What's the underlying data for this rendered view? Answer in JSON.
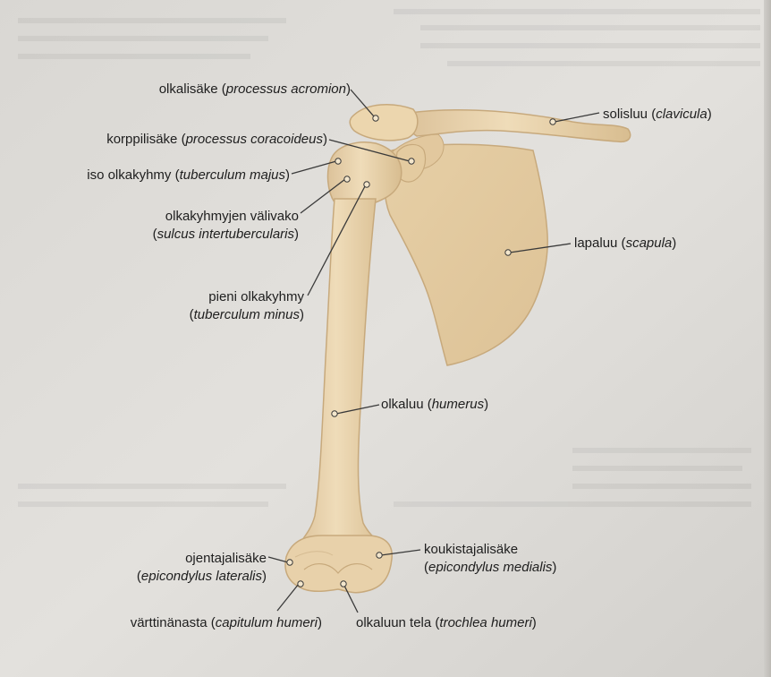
{
  "labels": [
    {
      "id": "acromion",
      "name": "olkalisäke",
      "latin": "processus acromion"
    },
    {
      "id": "clavicula",
      "name": "solisluu",
      "latin": "clavicula"
    },
    {
      "id": "coracoid",
      "name": "korppilisäke",
      "latin": "processus coracoideus"
    },
    {
      "id": "tmajus",
      "name": "iso olkakyhmy",
      "latin": "tuberculum majus"
    },
    {
      "id": "sulcus",
      "name": "olkakyhmyjen välivako",
      "latin": "sulcus intertubercularis"
    },
    {
      "id": "scapula",
      "name": "lapaluu",
      "latin": "scapula"
    },
    {
      "id": "tminus",
      "name": "pieni olkakyhmy",
      "latin": "tuberculum minus"
    },
    {
      "id": "humerus",
      "name": "olkaluu",
      "latin": "humerus"
    },
    {
      "id": "lateralis",
      "name": "ojentajalisäke",
      "latin": "epicondylus lateralis"
    },
    {
      "id": "medialis",
      "name": "koukistajalisäke",
      "latin": "epicondylus medialis"
    },
    {
      "id": "capitulum",
      "name": "värttinänasta",
      "latin": "capitulum humeri"
    },
    {
      "id": "trochlea",
      "name": "olkaluun tela",
      "latin": "trochlea humeri"
    }
  ],
  "colors": {
    "bone": "#e9d3ad",
    "bone_shadow": "#d6bb8e",
    "bone_outline": "#c9ad80",
    "leader": "#3a3a3a",
    "page": "#dedcd8"
  }
}
